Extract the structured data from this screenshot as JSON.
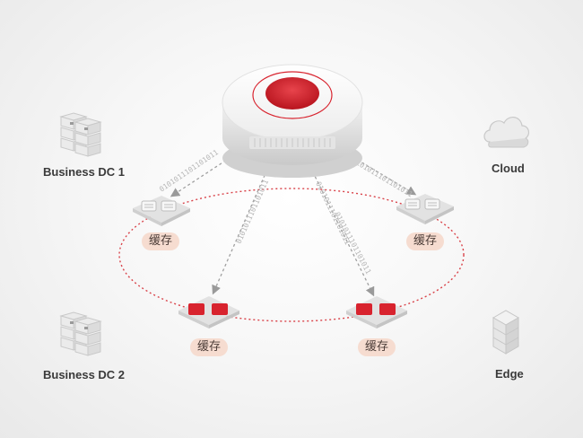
{
  "nodes": {
    "business_dc_1": "Business DC 1",
    "business_dc_2": "Business DC 2",
    "cloud": "Cloud",
    "edge": "Edge"
  },
  "caches": {
    "top_left": "缓存",
    "top_right": "缓存",
    "bottom_left": "缓存",
    "bottom_right": "缓存"
  },
  "stream_bits": "0101011101101011",
  "colors": {
    "accent_red": "#d8232e",
    "ring_dotted": "#d9434a",
    "cache_tag_bg": "#f6dcd0"
  }
}
